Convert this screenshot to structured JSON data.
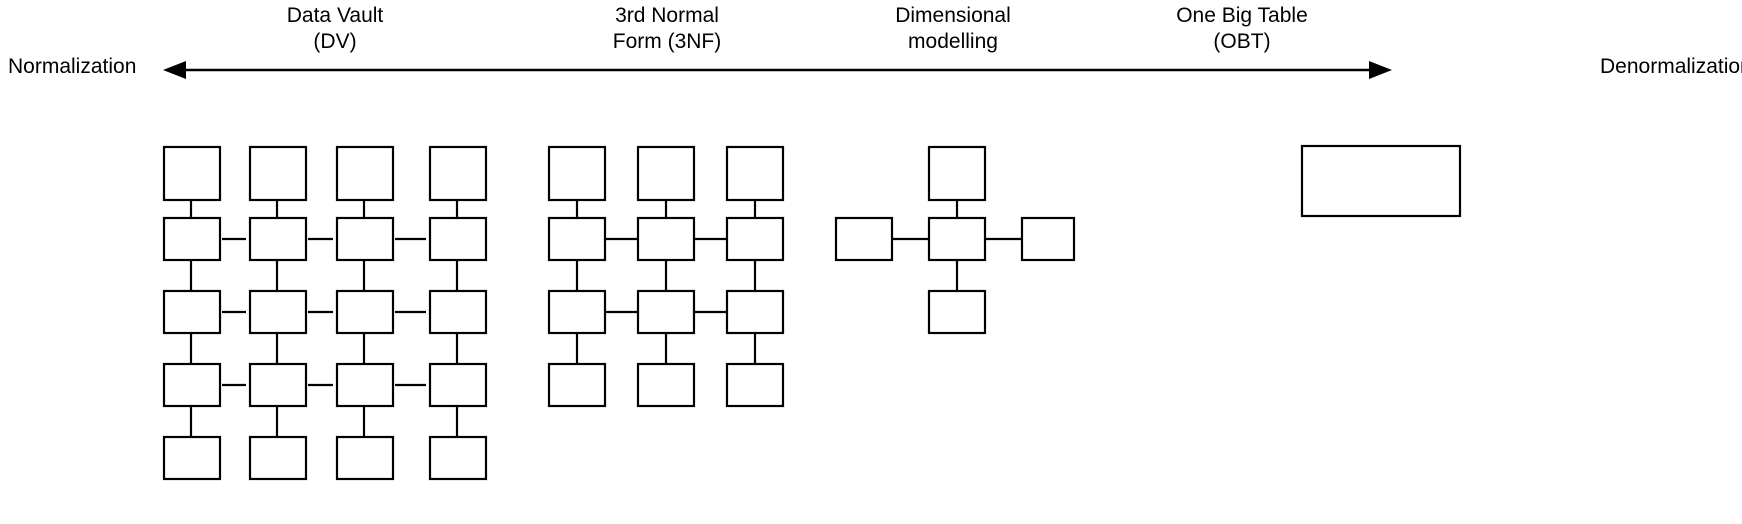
{
  "diagram": {
    "title_axis": {
      "left_label": "Normalization",
      "right_label": "Denormalization",
      "arrow_style": "double-headed-horizontal",
      "line_color": "#000000"
    },
    "stages": [
      {
        "id": "data-vault",
        "line1": "Data Vault",
        "line2": "(DV)",
        "model": "grid",
        "rows": 5,
        "columns": 4,
        "box_count": 20
      },
      {
        "id": "third-normal-form",
        "line1": "3rd Normal",
        "line2": "Form (3NF)",
        "model": "grid",
        "rows": 4,
        "columns": 3,
        "box_count": 12
      },
      {
        "id": "dimensional-modelling",
        "line1": "Dimensional",
        "line2": "modelling",
        "model": "star",
        "rows": 3,
        "columns": 3,
        "box_count": 5
      },
      {
        "id": "one-big-table",
        "line1": "One Big Table",
        "line2": "(OBT)",
        "model": "single",
        "rows": 1,
        "columns": 1,
        "box_count": 1
      }
    ],
    "colors": {
      "background": "#ffffff",
      "stroke": "#000000",
      "box_fill": "#ffffff",
      "text": "#000000"
    }
  }
}
